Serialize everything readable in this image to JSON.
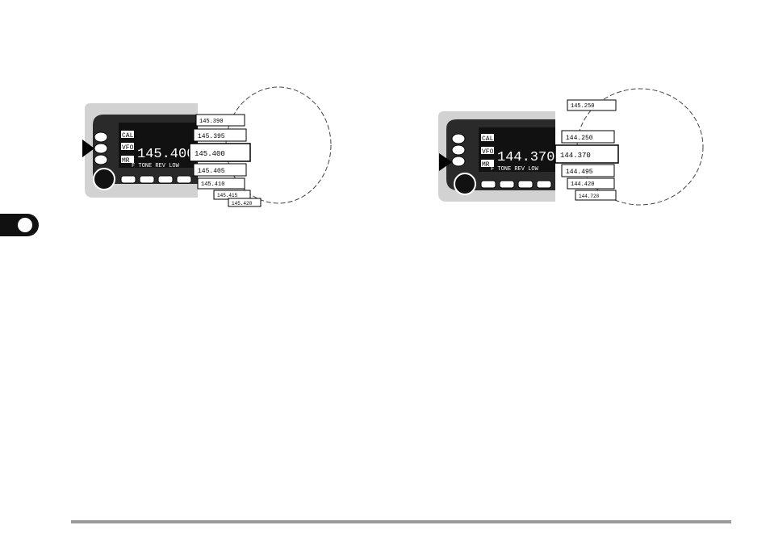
{
  "figure_left": {
    "buttons": [
      "CALL",
      "VFO",
      "MR"
    ],
    "main_frequency": "145.400",
    "softkeys": "F  TONE REV LOW",
    "stack_frequencies": [
      "145.390",
      "145.395",
      "145.400",
      "145.405",
      "145.410",
      "145.415",
      "145.420"
    ]
  },
  "figure_right": {
    "buttons": [
      "CALL",
      "VFO",
      "MR"
    ],
    "main_frequency": "144.370",
    "softkeys": "F  TONE REV LOW",
    "stack_frequencies": [
      "145.250",
      "144.250",
      "144.370",
      "144.495",
      "144.420",
      "144.720"
    ]
  },
  "colors": {
    "panel": "#d2d2d2",
    "lcd": "#1a1a1a",
    "rule": "#9a9a9a",
    "tab": "#111111"
  },
  "icons": [
    "selector-arrow-icon",
    "tuning-knob-icon",
    "chapter-tab-marker"
  ]
}
